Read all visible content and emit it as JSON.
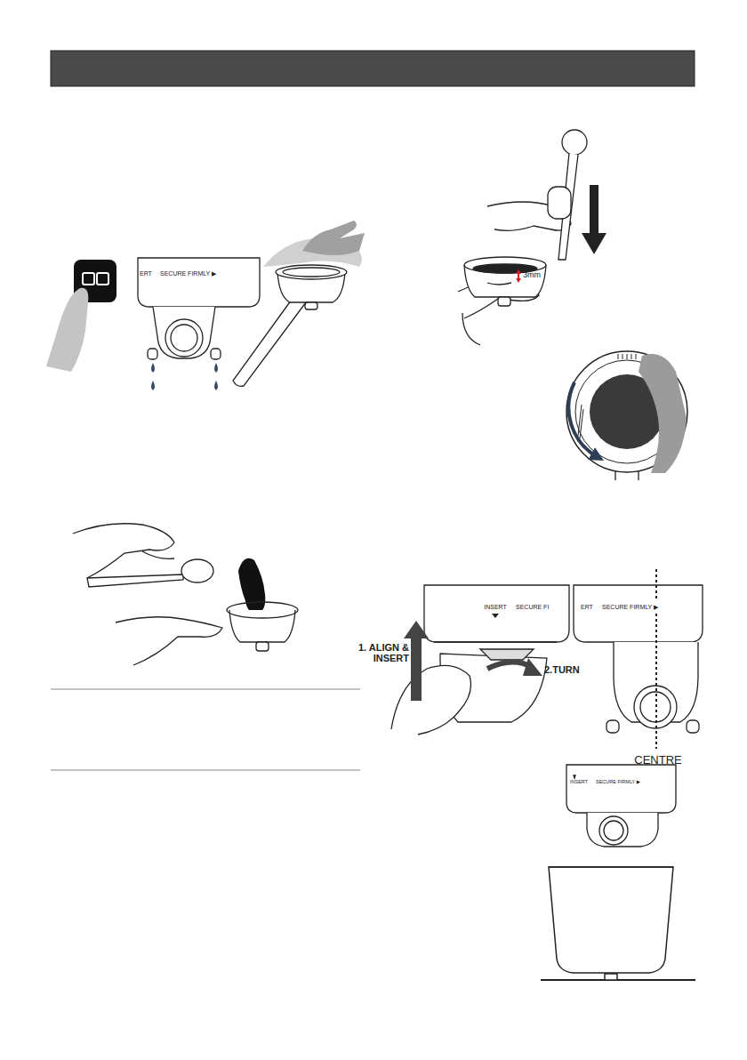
{
  "diagram": {
    "labels": [
      "ERT",
      "SECURE FIRMLY ▶",
      "3mm",
      "INSERT",
      "SECURE FI",
      "1. ALIGN & INSERT",
      "2.TURN",
      "ERT",
      "SECURE FIRMLY ▶",
      "CENTRE",
      "INSERT",
      "SECURE FIRMLY ▶"
    ]
  }
}
